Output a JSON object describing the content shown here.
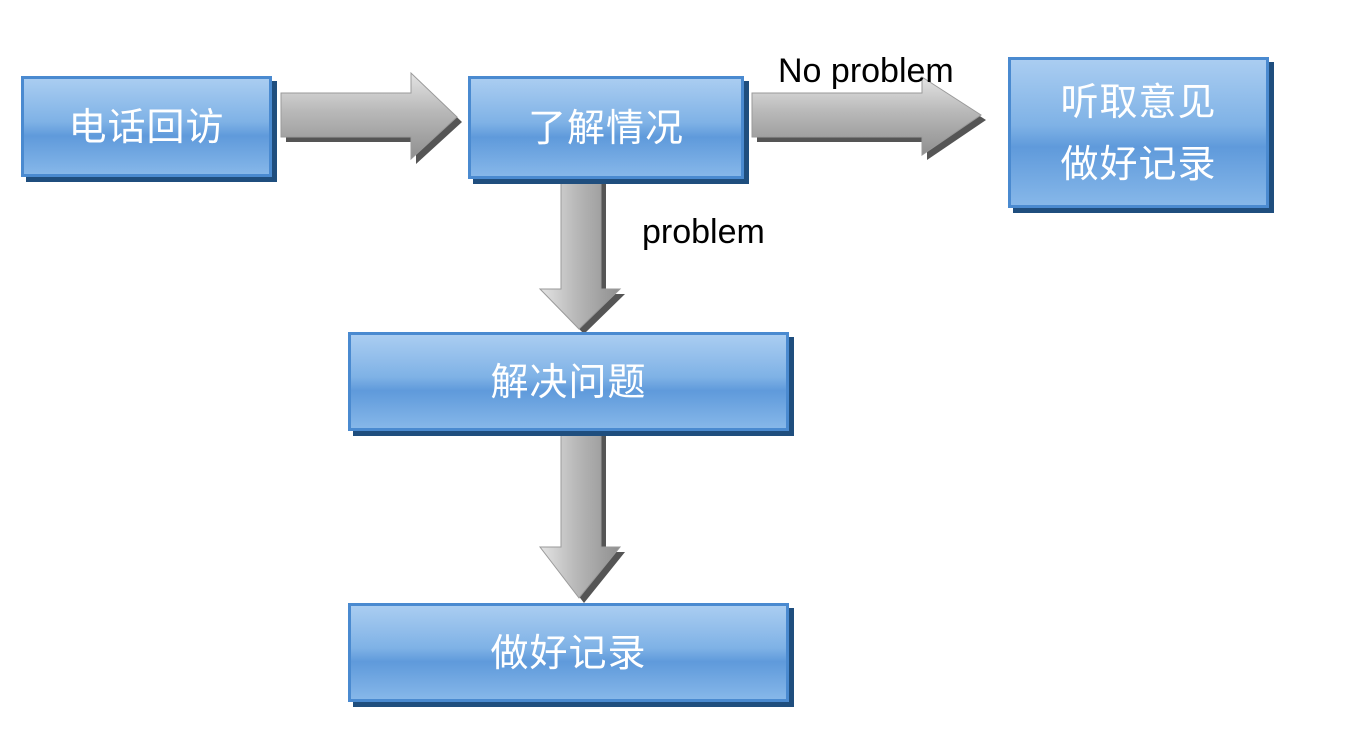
{
  "nodes": {
    "callback": {
      "text": "电话回访"
    },
    "understand": {
      "text": "了解情况"
    },
    "listen": {
      "line1": "听取意见",
      "line2": "做好记录"
    },
    "solve": {
      "text": "解决问题"
    },
    "record": {
      "text": "做好记录"
    }
  },
  "edges": {
    "no_problem_label": "No problem",
    "problem_label": "problem"
  },
  "colors": {
    "box_fill_top": "#aacdf1",
    "box_fill_mid": "#5f9adb",
    "box_border": "#4a8ad0",
    "box_shadow": "#1f4e7e",
    "arrow_fill": "#b4b4b4",
    "arrow_shadow": "#555555"
  }
}
